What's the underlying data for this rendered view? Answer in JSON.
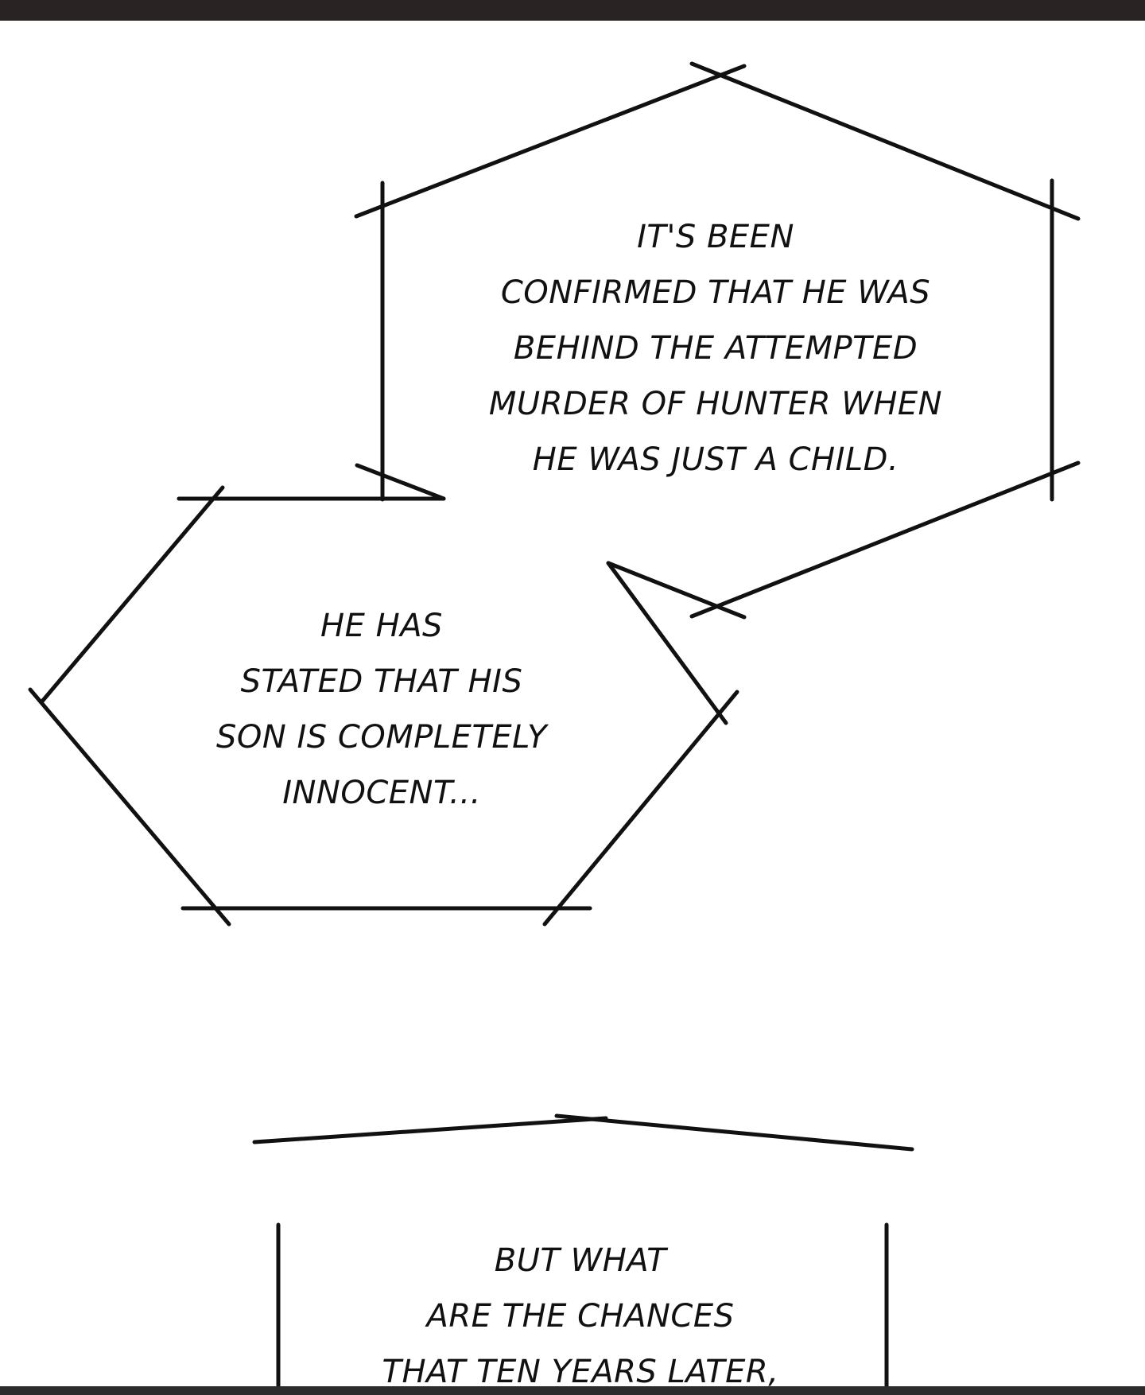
{
  "panels": [
    {
      "id": "bubble-1",
      "lines": [
        "IT'S BEEN",
        "CONFIRMED THAT HE WAS",
        "BEHIND THE ATTEMPTED",
        "MURDER OF HUNTER WHEN",
        "HE WAS JUST A CHILD."
      ]
    },
    {
      "id": "bubble-2",
      "lines": [
        "HE HAS",
        "STATED THAT HIS",
        "SON IS COMPLETELY",
        "INNOCENT..."
      ]
    },
    {
      "id": "bubble-3",
      "lines": [
        "BUT WHAT",
        "ARE THE CHANCES",
        "THAT TEN YEARS LATER,"
      ]
    }
  ]
}
